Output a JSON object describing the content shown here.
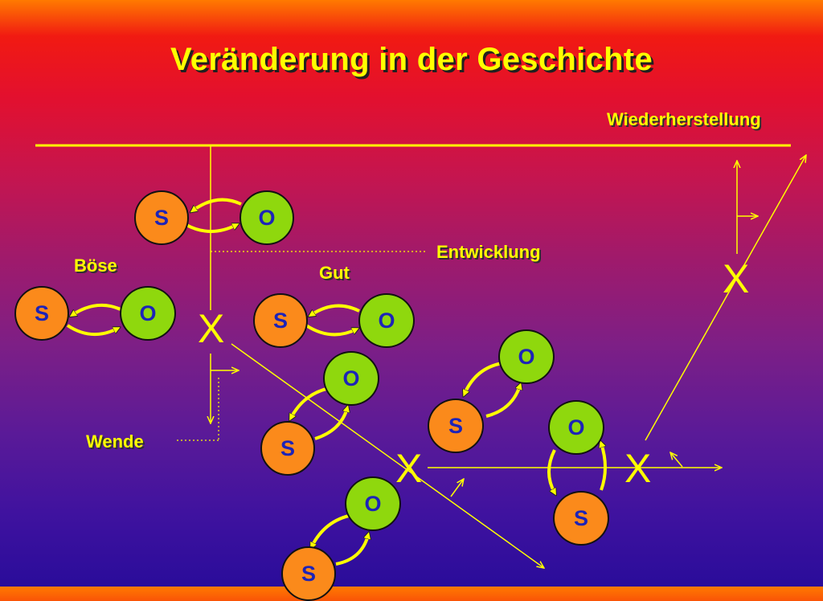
{
  "title": "Veränderung in der Geschichte",
  "labels": {
    "wiederherstellung": "Wiederherstellung",
    "entwicklung": "Entwicklung",
    "boese": "Böse",
    "gut": "Gut",
    "wende": "Wende"
  },
  "subject": "S",
  "object": "O",
  "crossing": "X",
  "colors": {
    "subject_fill": "#fb8a1b",
    "object_fill": "#8fd80d",
    "letter": "#1d24b8",
    "line": "#ffff00"
  }
}
